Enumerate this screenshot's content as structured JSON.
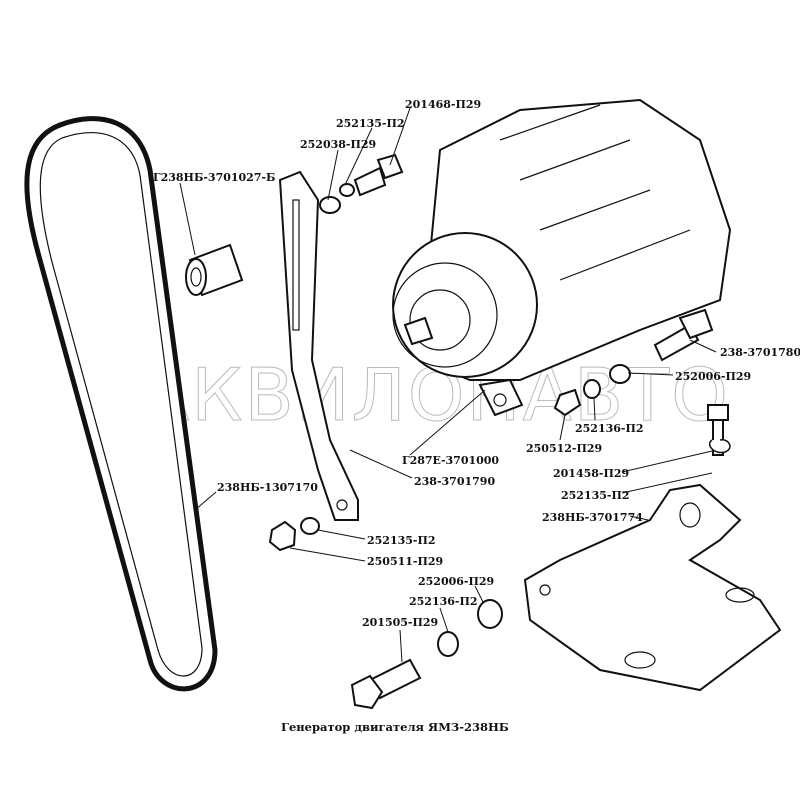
{
  "watermark": "АКВИЛОНАВТО",
  "caption": "Генератор двигателя ЯМЗ-238НБ",
  "labels": {
    "bolt_top": "201468-П29",
    "lock_washer_top": "252135-П2",
    "washer_top": "252038-П29",
    "bushing": "Г238НБ-3701027-Б",
    "stud": "238-3701780",
    "washer_right": "252006-П29",
    "lock_washer_right": "252136-П2",
    "nut_right": "250512-П29",
    "generator": "Г287Е-3701000",
    "bar": "238-3701790",
    "bolt_right": "201458-П29",
    "lock_washer_bracket": "252135-П2",
    "bracket": "238НБ-3701774",
    "belt": "238НБ-1307170",
    "lock_washer_bar": "252135-П2",
    "nut_bar": "250511-П29",
    "washer_bottom": "252006-П29",
    "lock_washer_bottom": "252136-П2",
    "bolt_bottom": "201505-П29"
  }
}
